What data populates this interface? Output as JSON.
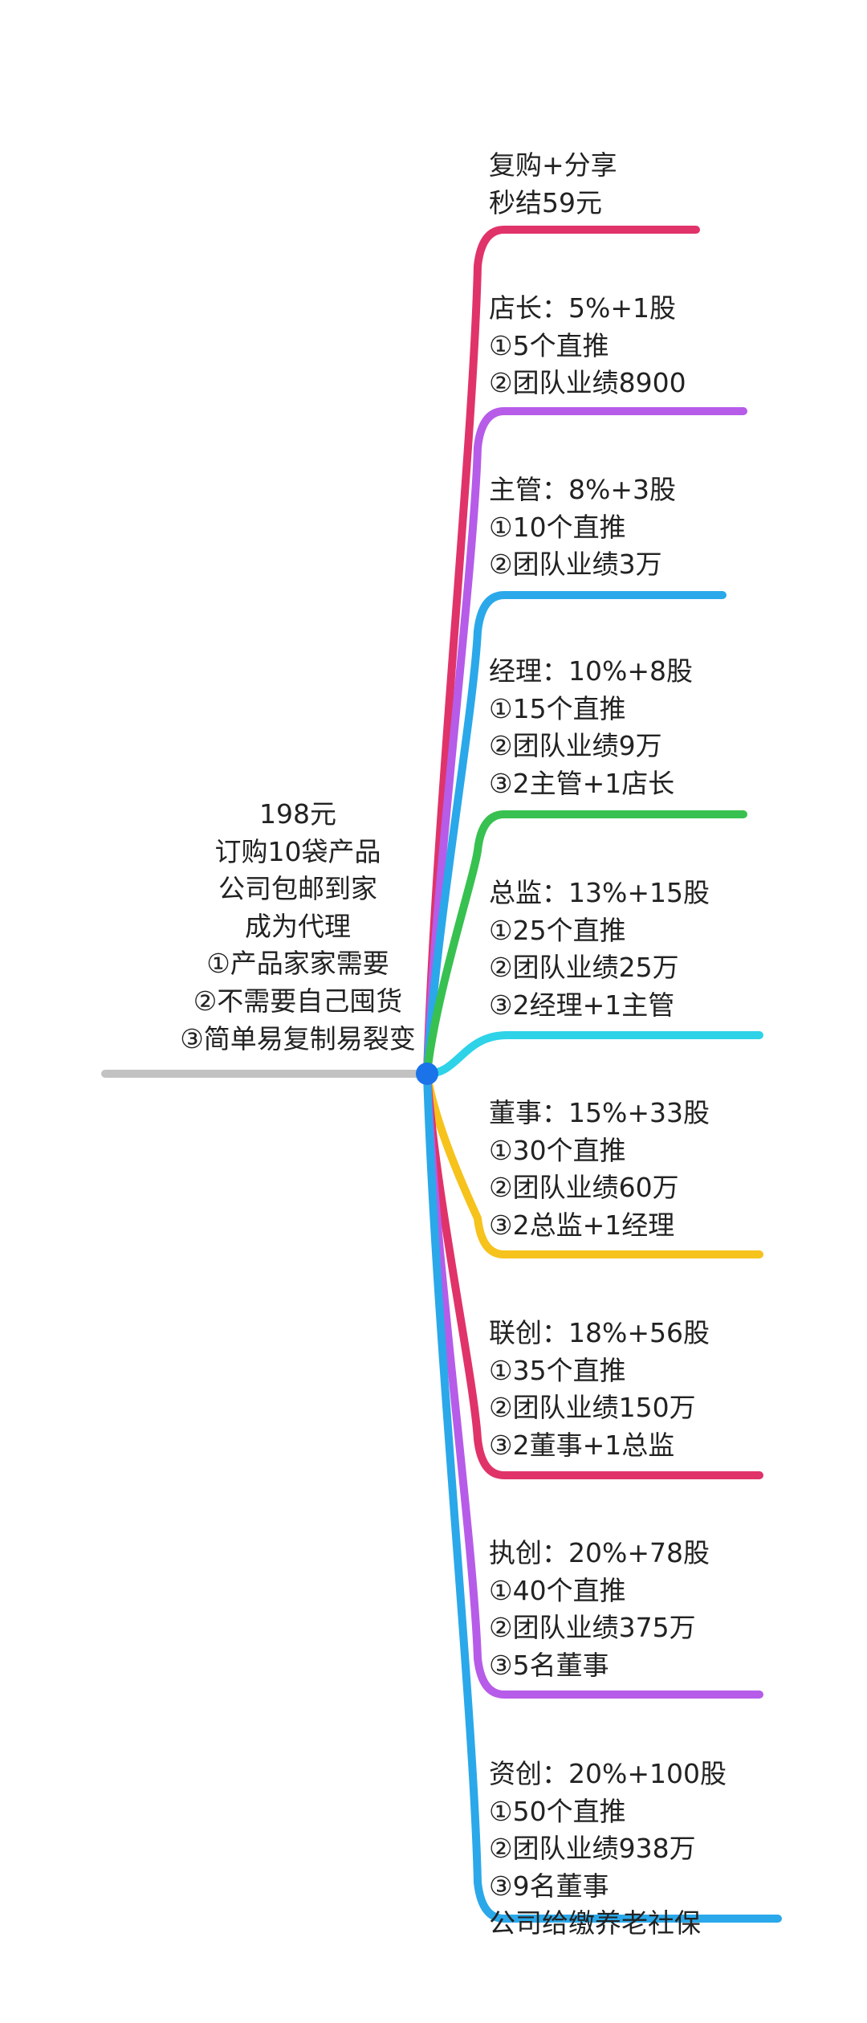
{
  "root": {
    "lines": [
      "198元",
      "订购10袋产品",
      "公司包邮到家",
      "成为代理",
      "①产品家家需要",
      "②不需要自己囤货",
      "③简单易复制易裂变"
    ],
    "line_color": "#c2c2c2",
    "node_color": "#1a73e8"
  },
  "branches": [
    {
      "color": "#e0336a",
      "lines": [
        "复购+分享",
        "秒结59元"
      ]
    },
    {
      "color": "#b65ce9",
      "lines": [
        "店长：5%+1股",
        "①5个直推",
        "②团队业绩8900"
      ]
    },
    {
      "color": "#2aa8ea",
      "lines": [
        "主管：8%+3股",
        "①10个直推",
        "②团队业绩3万"
      ]
    },
    {
      "color": "#38c150",
      "lines": [
        "经理：10%+8股",
        "①15个直推",
        "②团队业绩9万",
        "③2主管+1店长"
      ]
    },
    {
      "color": "#2ed3e8",
      "lines": [
        "总监：13%+15股",
        "①25个直推",
        "②团队业绩25万",
        "③2经理+1主管"
      ]
    },
    {
      "color": "#f6c21c",
      "lines": [
        "董事：15%+33股",
        "①30个直推",
        "②团队业绩60万",
        "③2总监+1经理"
      ]
    },
    {
      "color": "#e0336a",
      "lines": [
        "联创：18%+56股",
        "①35个直推",
        "②团队业绩150万",
        "③2董事+1总监"
      ]
    },
    {
      "color": "#b65ce9",
      "lines": [
        "执创：20%+78股",
        "①40个直推",
        "②团队业绩375万",
        "③5名董事"
      ]
    },
    {
      "color": "#2aa8ea",
      "lines": [
        "资创：20%+100股",
        "①50个直推",
        "②团队业绩938万",
        "③9名董事",
        "公司给缴养老社保"
      ]
    }
  ]
}
